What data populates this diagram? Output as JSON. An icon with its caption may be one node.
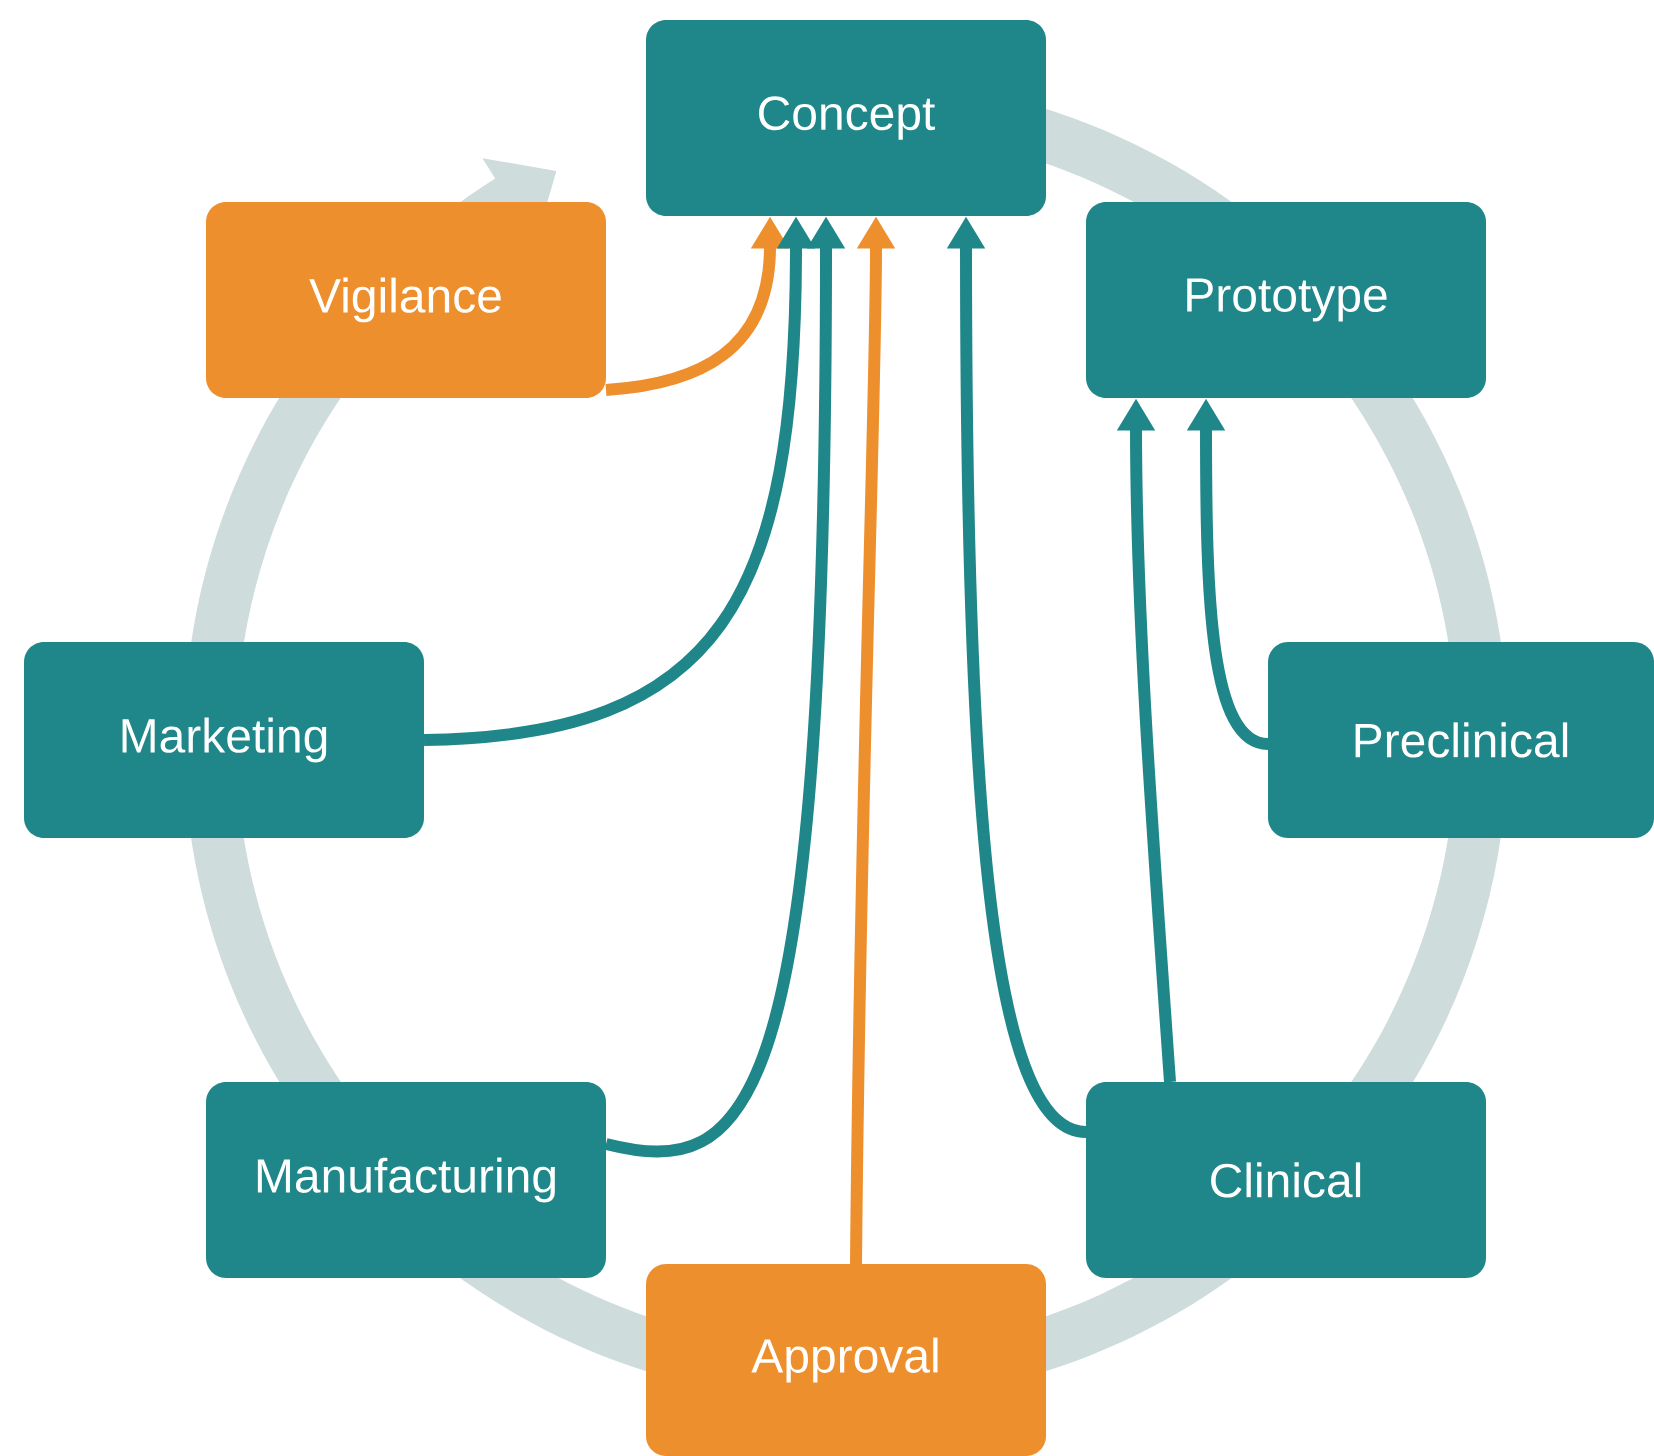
{
  "diagram": {
    "nodes": [
      {
        "text": [
          "Concept"
        ]
      },
      {
        "text": [
          "Prototype"
        ]
      },
      {
        "text": [
          "Preclinical"
        ]
      },
      {
        "text": [
          "Clinical"
        ]
      },
      {
        "text": [
          "Approval"
        ]
      },
      {
        "text": [
          "Manufacturing"
        ]
      },
      {
        "text": [
          "Marketing"
        ]
      },
      {
        "text": [
          "Vigilance"
        ]
      }
    ],
    "edges": [
      {
        "from": 7,
        "to": 0,
        "arrow": "to",
        "color": "#ee8f2e"
      },
      {
        "from": 6,
        "to": 0,
        "arrow": "to"
      },
      {
        "from": 5,
        "to": 0,
        "arrow": "to"
      },
      {
        "from": 4,
        "to": 0,
        "arrow": "to",
        "color": "#ee8f2e"
      },
      {
        "from": 3,
        "to": 0,
        "arrow": "to"
      },
      {
        "from": 3,
        "to": 1,
        "arrow": "to"
      },
      {
        "from": 2,
        "to": 1,
        "arrow": "to"
      }
    ]
  }
}
